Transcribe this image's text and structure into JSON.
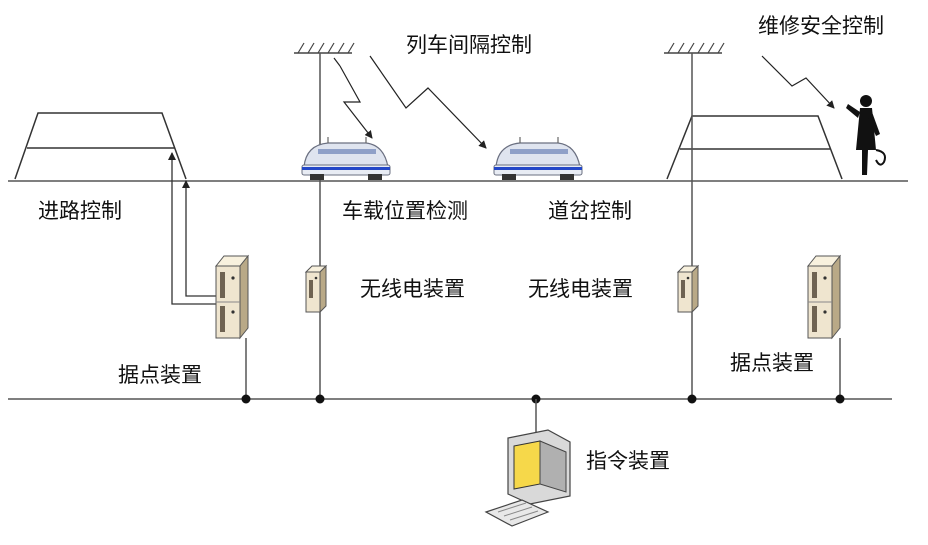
{
  "labels": {
    "train_interval_control": "列车间隔控制",
    "maintenance_safety_control": "维修安全控制",
    "route_control": "进路控制",
    "onboard_position_detection": "车载位置检测",
    "switch_control": "道岔控制",
    "radio_device_left": "无线电装置",
    "radio_device_right": "无线电装置",
    "base_station_left": "据点装置",
    "base_station_right": "据点装置",
    "command_device": "指令装置"
  },
  "icons": {
    "antenna": "antenna-icon",
    "train": "train-icon",
    "signal_gantry": "signal-gantry-icon",
    "server": "server-icon",
    "radio": "radio-icon",
    "computer": "computer-icon",
    "worker": "worker-icon",
    "wireless_link": "wireless-link-icon"
  },
  "colors": {
    "line": "#555555",
    "device_body": "#efe5cf",
    "device_shade": "#b9a987",
    "train_body": "#dfe4ef",
    "train_stripe": "#2347c8",
    "monitor_screen": "#f6d84a"
  }
}
